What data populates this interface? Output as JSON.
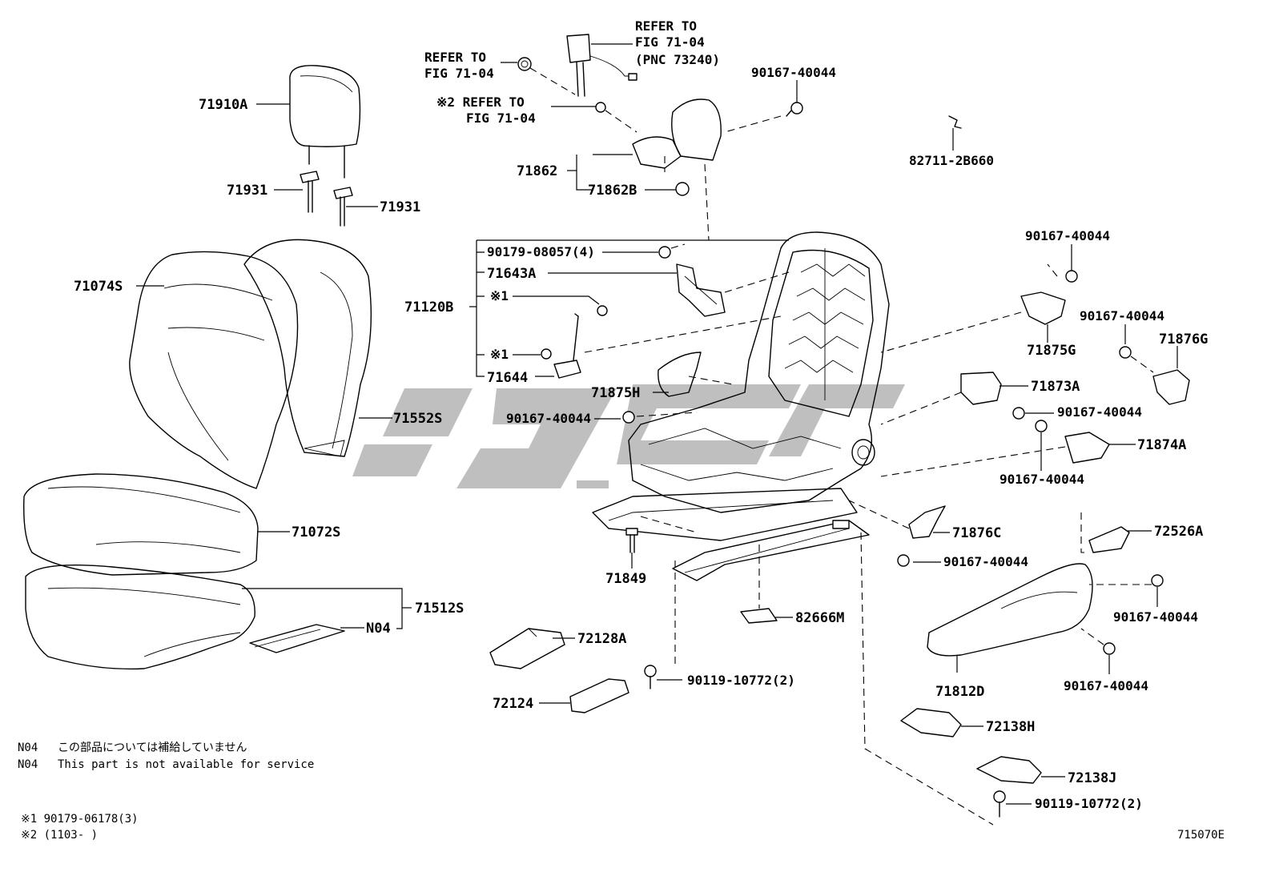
{
  "labels": {
    "refer_fig_left_1": "REFER TO",
    "refer_fig_left_2": "FIG 71-04",
    "refer_top_1": "REFER TO",
    "refer_top_2": "FIG 71-04",
    "refer_top_3": "(PNC 73240)",
    "refer_mid_1": "※2 REFER TO",
    "refer_mid_2": "FIG 71-04",
    "p71910A": "71910A",
    "p71931_l": "71931",
    "p71931_r": "71931",
    "p71074S": "71074S",
    "p71552S": "71552S",
    "p71072S": "71072S",
    "p71512S": "71512S",
    "pN04": "N04",
    "p71862": "71862",
    "p71862B": "71862B",
    "p90167_top": "90167-40044",
    "p82711": "82711-2B660",
    "p90179_08057": "90179-08057(4)",
    "p71643A": "71643A",
    "p71120B": "71120B",
    "mark1_a": "※1",
    "mark1_b": "※1",
    "p71644": "71644",
    "p71875H": "71875H",
    "p90167_mid": "90167-40044",
    "p90167_r1": "90167-40044",
    "p71875G": "71875G",
    "p90167_r2": "90167-40044",
    "p71876G": "71876G",
    "p71873A": "71873A",
    "p90167_r3": "90167-40044",
    "p71874A": "71874A",
    "p90167_r4": "90167-40044",
    "p71876C": "71876C",
    "p90167_r5": "90167-40044",
    "p72526A": "72526A",
    "p71849": "71849",
    "p82666M": "82666M",
    "p90167_r6": "90167-40044",
    "p71812D": "71812D",
    "p90167_r7": "90167-40044",
    "p72128A": "72128A",
    "p90119_a": "90119-10772(2)",
    "p72124": "72124",
    "p72138H": "72138H",
    "p72138J": "72138J",
    "p90119_b": "90119-10772(2)"
  },
  "notes": {
    "n04_jp_code": "N04",
    "n04_jp_text": "この部品については補給していません",
    "n04_en_code": "N04",
    "n04_en_text": "This part is not available for service",
    "mark1_line": "※1 90179-06178(3)",
    "mark2_line": "※2 (1103-     )",
    "figure_code": "715070E"
  }
}
